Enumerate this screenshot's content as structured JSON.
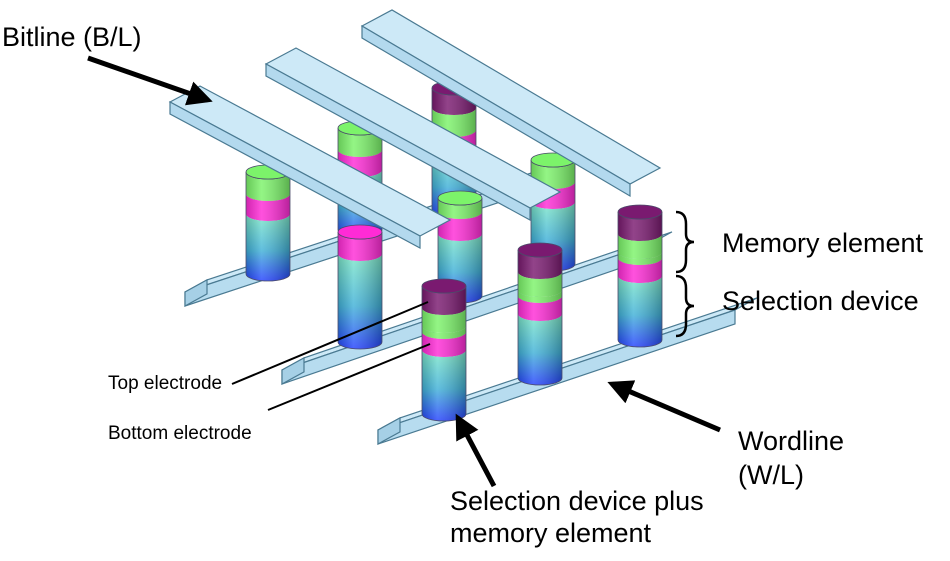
{
  "labels": {
    "bitline": "Bitline (B/L)",
    "memory_element": "Memory element",
    "selection_device": "Selection device",
    "top_electrode": "Top electrode",
    "bottom_electrode": "Bottom electrode",
    "wordline_line1": "Wordline",
    "wordline_line2": "(W/L)",
    "selection_plus_memory_line1": "Selection device plus",
    "selection_plus_memory_line2": "memory element"
  },
  "colors": {
    "line_fill": "#cde9f7",
    "line_edge": "#4a7a92",
    "pillar_top": "#7a1a70",
    "memory_layer": "#7cf36a",
    "electrode_layer": "#ff2bd6",
    "selector_top": "#7fe9c8",
    "selector_bottom": "#2340ff"
  }
}
